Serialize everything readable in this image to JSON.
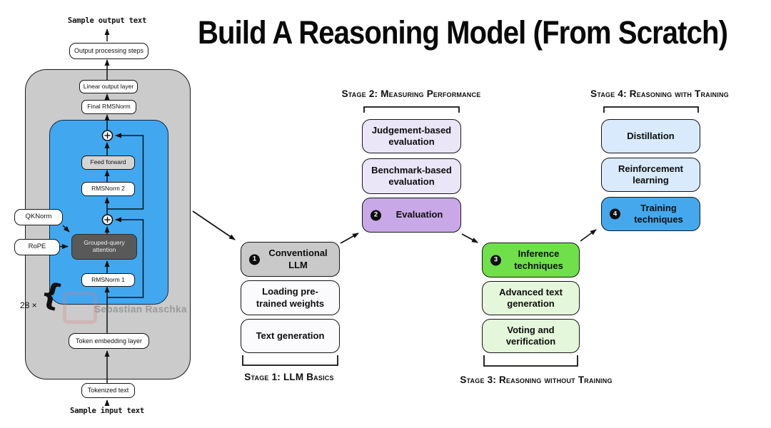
{
  "title": "Build A Reasoning Model (From Scratch)",
  "watermark": "Sebastian Raschka",
  "architecture": {
    "sample_output_label": "Sample output text",
    "output_processing": "Output processing steps",
    "linear_output": "Linear output layer",
    "final_rmsnorm": "Final RMSNorm",
    "feed_forward": "Feed forward",
    "rmsnorm_2": "RMSNorm 2",
    "qknorm": "QKNorm",
    "rope": "RoPE",
    "grouped_query_attention": "Grouped-query attention",
    "rmsnorm_1": "RMSNorm 1",
    "repeat_label": "28 ×",
    "repeat_brace": "{",
    "token_embedding": "Token embedding layer",
    "tokenized_text": "Tokenized text",
    "sample_input_label": "Sample input text"
  },
  "stages": [
    {
      "heading": "Stage 1: LLM Basics",
      "heading_position": "below",
      "boxes": [
        {
          "label": "Conventional LLM",
          "badge": "1",
          "fill": "#c9c9c9"
        },
        {
          "label": "Loading pre-trained weights",
          "fill": "#fbfafc"
        },
        {
          "label": "Text generation",
          "fill": "#fbfafc"
        }
      ]
    },
    {
      "heading": "Stage 2: Measuring Performance",
      "heading_position": "above",
      "boxes": [
        {
          "label": "Judgement-based evaluation",
          "fill": "#eae6f7"
        },
        {
          "label": "Benchmark-based evaluation",
          "fill": "#eae6f7"
        },
        {
          "label": "Evaluation",
          "badge": "2",
          "fill": "#c9a8e8"
        }
      ]
    },
    {
      "heading": "Stage 3: Reasoning without Training",
      "heading_position": "below",
      "boxes": [
        {
          "label": "Inference techniques",
          "badge": "3",
          "fill": "#6fe04a"
        },
        {
          "label": "Advanced text generation",
          "fill": "#e5f7da"
        },
        {
          "label": "Voting and verification",
          "fill": "#e5f7da"
        }
      ]
    },
    {
      "heading": "Stage 4: Reasoning with Training",
      "heading_position": "above",
      "boxes": [
        {
          "label": "Distillation",
          "fill": "#d8eafb"
        },
        {
          "label": "Reinforcement learning",
          "fill": "#d8eafb"
        },
        {
          "label": "Training techniques",
          "badge": "4",
          "fill": "#45a8ec"
        }
      ]
    }
  ],
  "colors": {
    "outer_block_gray": "#cbcbcb",
    "transformer_block_blue": "#41a8f0",
    "feed_forward_gray": "#d4d4d4",
    "attention_dark_gray": "#595959",
    "stage1_accent": "#c9c9c9",
    "stage2_accent": "#c9a8e8",
    "stage3_accent": "#6fe04a",
    "stage4_accent": "#45a8ec"
  }
}
